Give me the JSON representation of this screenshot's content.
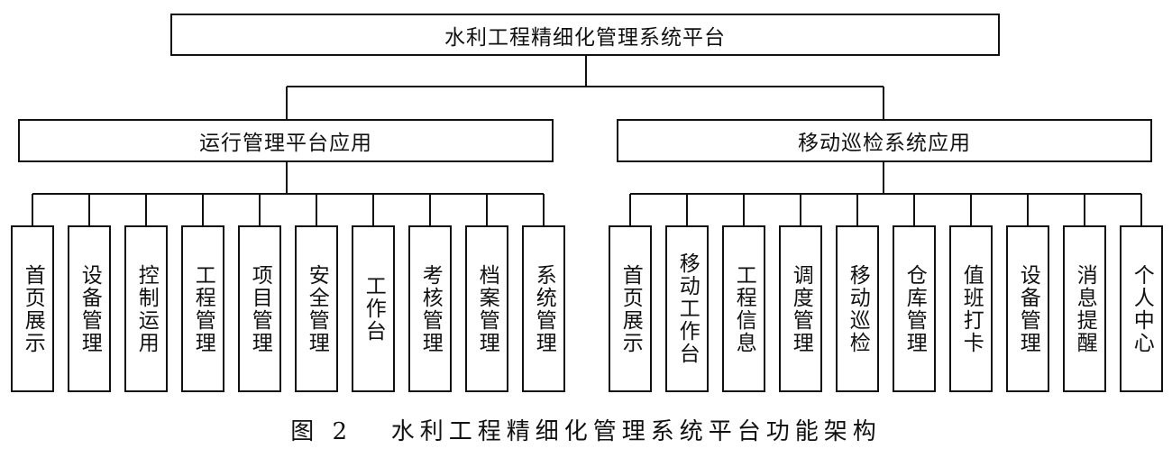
{
  "diagram": {
    "root": "水利工程精细化管理系统平台",
    "branches": [
      {
        "label": "运行管理平台应用",
        "children": [
          "首页展示",
          "设备管理",
          "控制运用",
          "工程管理",
          "项目管理",
          "安全管理",
          "工作台",
          "考核管理",
          "档案管理",
          "系统管理"
        ]
      },
      {
        "label": "移动巡检系统应用",
        "children": [
          "首页展示",
          "移动工作台",
          "工程信息",
          "调度管理",
          "移动巡检",
          "仓库管理",
          "值班打卡",
          "设备管理",
          "消息提醒",
          "个人中心"
        ]
      }
    ]
  },
  "caption": "图 2   水利工程精细化管理系统平台功能架构",
  "colors": {
    "line": "#111111",
    "background": "#ffffff"
  }
}
